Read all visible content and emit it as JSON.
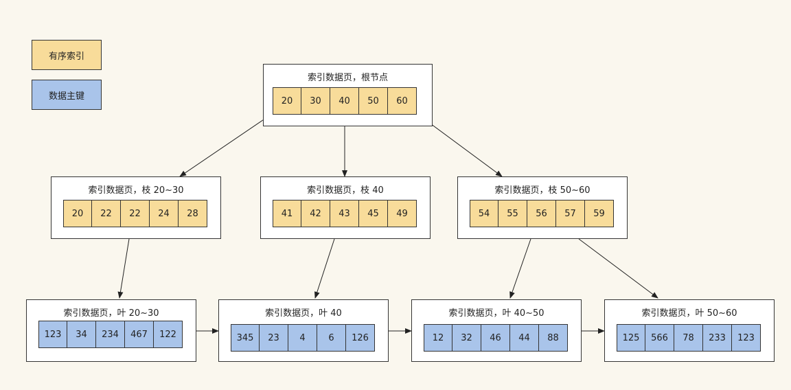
{
  "legend": {
    "index": {
      "label": "有序索引",
      "color": "#f8dc9a"
    },
    "key": {
      "label": "数据主键",
      "color": "#a9c4ea"
    }
  },
  "root": {
    "title": "索引数据页，根节点",
    "values": [
      "20",
      "30",
      "40",
      "50",
      "60"
    ]
  },
  "branches": [
    {
      "title": "索引数据页，枝 20~30",
      "values": [
        "20",
        "22",
        "22",
        "24",
        "28"
      ]
    },
    {
      "title": "索引数据页，枝 40",
      "values": [
        "41",
        "42",
        "43",
        "45",
        "49"
      ]
    },
    {
      "title": "索引数据页，枝 50~60",
      "values": [
        "54",
        "55",
        "56",
        "57",
        "59"
      ]
    }
  ],
  "leaves": [
    {
      "title": "索引数据页，叶 20~30",
      "values": [
        "123",
        "34",
        "234",
        "467",
        "122"
      ]
    },
    {
      "title": "索引数据页，叶 40",
      "values": [
        "345",
        "23",
        "4",
        "6",
        "126"
      ]
    },
    {
      "title": "索引数据页，叶  40~50",
      "values": [
        "12",
        "32",
        "46",
        "44",
        "88"
      ]
    },
    {
      "title": "索引数据页，叶  50~60",
      "values": [
        "125",
        "566",
        "78",
        "233",
        "123"
      ]
    }
  ]
}
